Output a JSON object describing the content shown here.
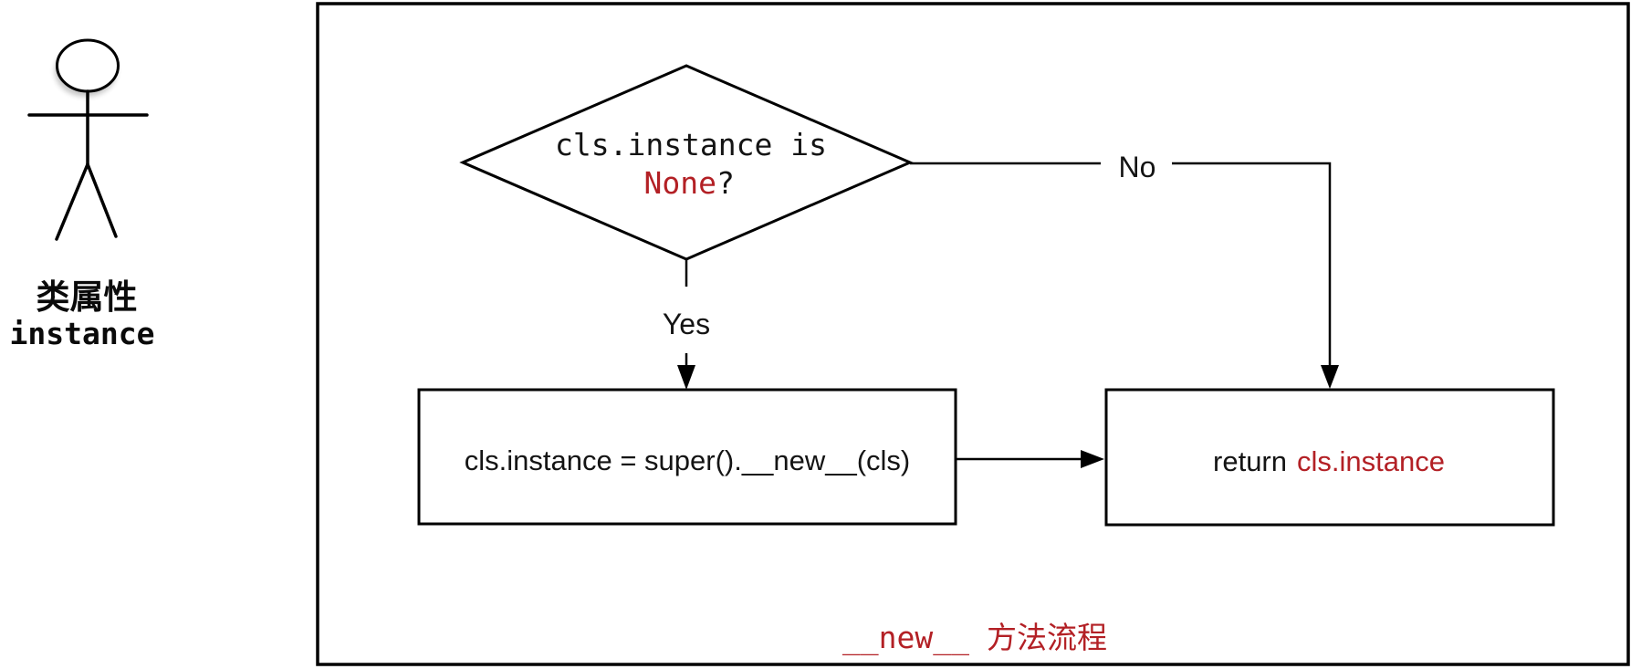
{
  "actor": {
    "label_top": "类属性",
    "label_bottom": "instance"
  },
  "flowchart": {
    "decision": {
      "line1": "cls.instance is",
      "highlight": "None",
      "suffix": "?"
    },
    "branch_yes": "Yes",
    "branch_no": "No",
    "process_box": "cls.instance = super().__new__(cls)",
    "return_box": {
      "prefix": "return",
      "highlight": "cls.instance"
    },
    "caption": {
      "code": "__new__",
      "text": "方法流程"
    }
  },
  "colors": {
    "accent_red": "#B32025",
    "line_black": "#000000",
    "background": "#FFFFFF"
  }
}
